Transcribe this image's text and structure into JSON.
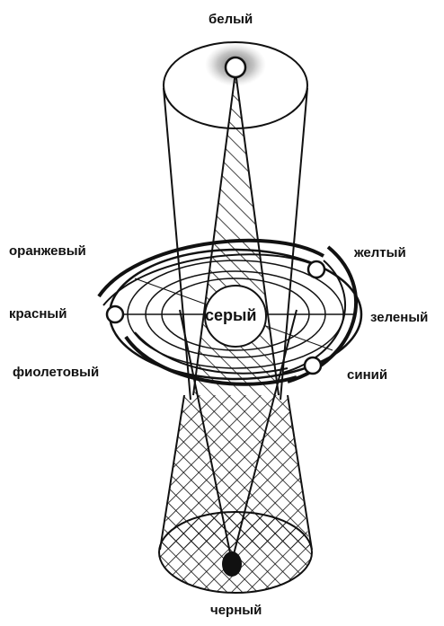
{
  "labels": {
    "top": "белый",
    "bottom": "черный",
    "center": "серый",
    "orange": "оранжевый",
    "yellow": "желтый",
    "red": "красный",
    "green": "зеленый",
    "violet": "фиолетовый",
    "blue": "синий"
  },
  "colors": {
    "ink": "#111111",
    "background": "#ffffff"
  }
}
